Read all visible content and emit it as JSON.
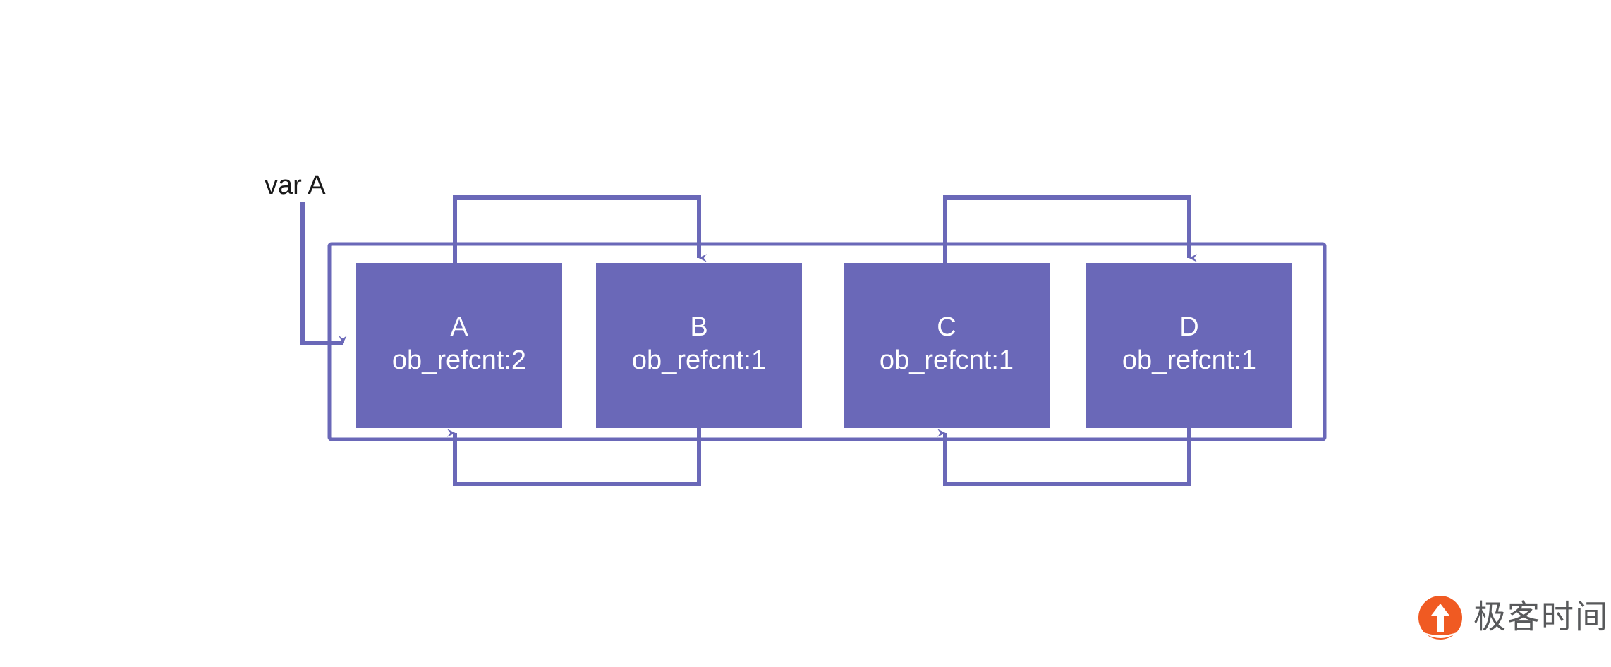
{
  "diagram": {
    "title": "Python reference counting cycle diagram",
    "colors": {
      "node_fill": "#6A68B8",
      "edge_stroke": "#6A68B8",
      "container_stroke": "#6A68B8",
      "node_text": "#FFFFFF",
      "label_text": "#1A1A1A",
      "background": "#FFFFFF",
      "logo_accent": "#F05A22",
      "logo_text": "#58595B"
    },
    "variable": {
      "label": "var A",
      "points_to": "A"
    },
    "nodes": [
      {
        "id": "A",
        "name": "A",
        "refcount_text": "ob_refcnt:2",
        "refcount": 2
      },
      {
        "id": "B",
        "name": "B",
        "refcount_text": "ob_refcnt:1",
        "refcount": 1
      },
      {
        "id": "C",
        "name": "C",
        "refcount_text": "ob_refcnt:1",
        "refcount": 1
      },
      {
        "id": "D",
        "name": "D",
        "refcount_text": "ob_refcnt:1",
        "refcount": 1
      }
    ],
    "edges": [
      {
        "from": "A",
        "to": "B",
        "route": "top"
      },
      {
        "from": "B",
        "to": "A",
        "route": "bottom"
      },
      {
        "from": "C",
        "to": "D",
        "route": "top"
      },
      {
        "from": "D",
        "to": "C",
        "route": "bottom"
      }
    ],
    "container": {
      "label": ""
    }
  },
  "watermark": {
    "brand": "极客时间",
    "icon": "geektime-logo-icon"
  }
}
